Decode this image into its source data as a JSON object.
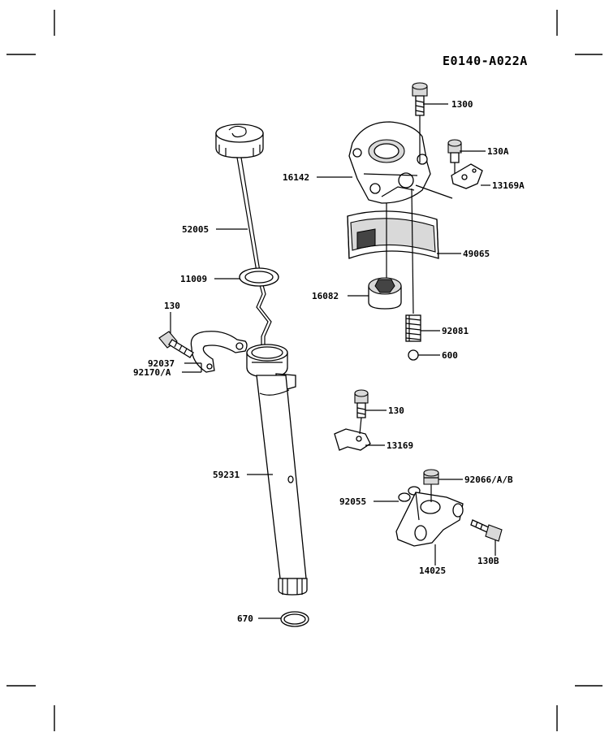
{
  "diagram_code": "E0140-A022A",
  "parts": {
    "p1300": "1300",
    "p130A": "130A",
    "p16142": "16142",
    "p13169A": "13169A",
    "p52005": "52005",
    "p49065": "49065",
    "p11009": "11009",
    "p16082": "16082",
    "p130_left": "130",
    "p92081": "92081",
    "p92037": "92037",
    "p92170A": "92170/A",
    "p600": "600",
    "p130_mid": "130",
    "p13169": "13169",
    "p59231": "59231",
    "p92066AB": "92066/A/B",
    "p92055": "92055",
    "p130B": "130B",
    "p14025": "14025",
    "p670": "670"
  }
}
